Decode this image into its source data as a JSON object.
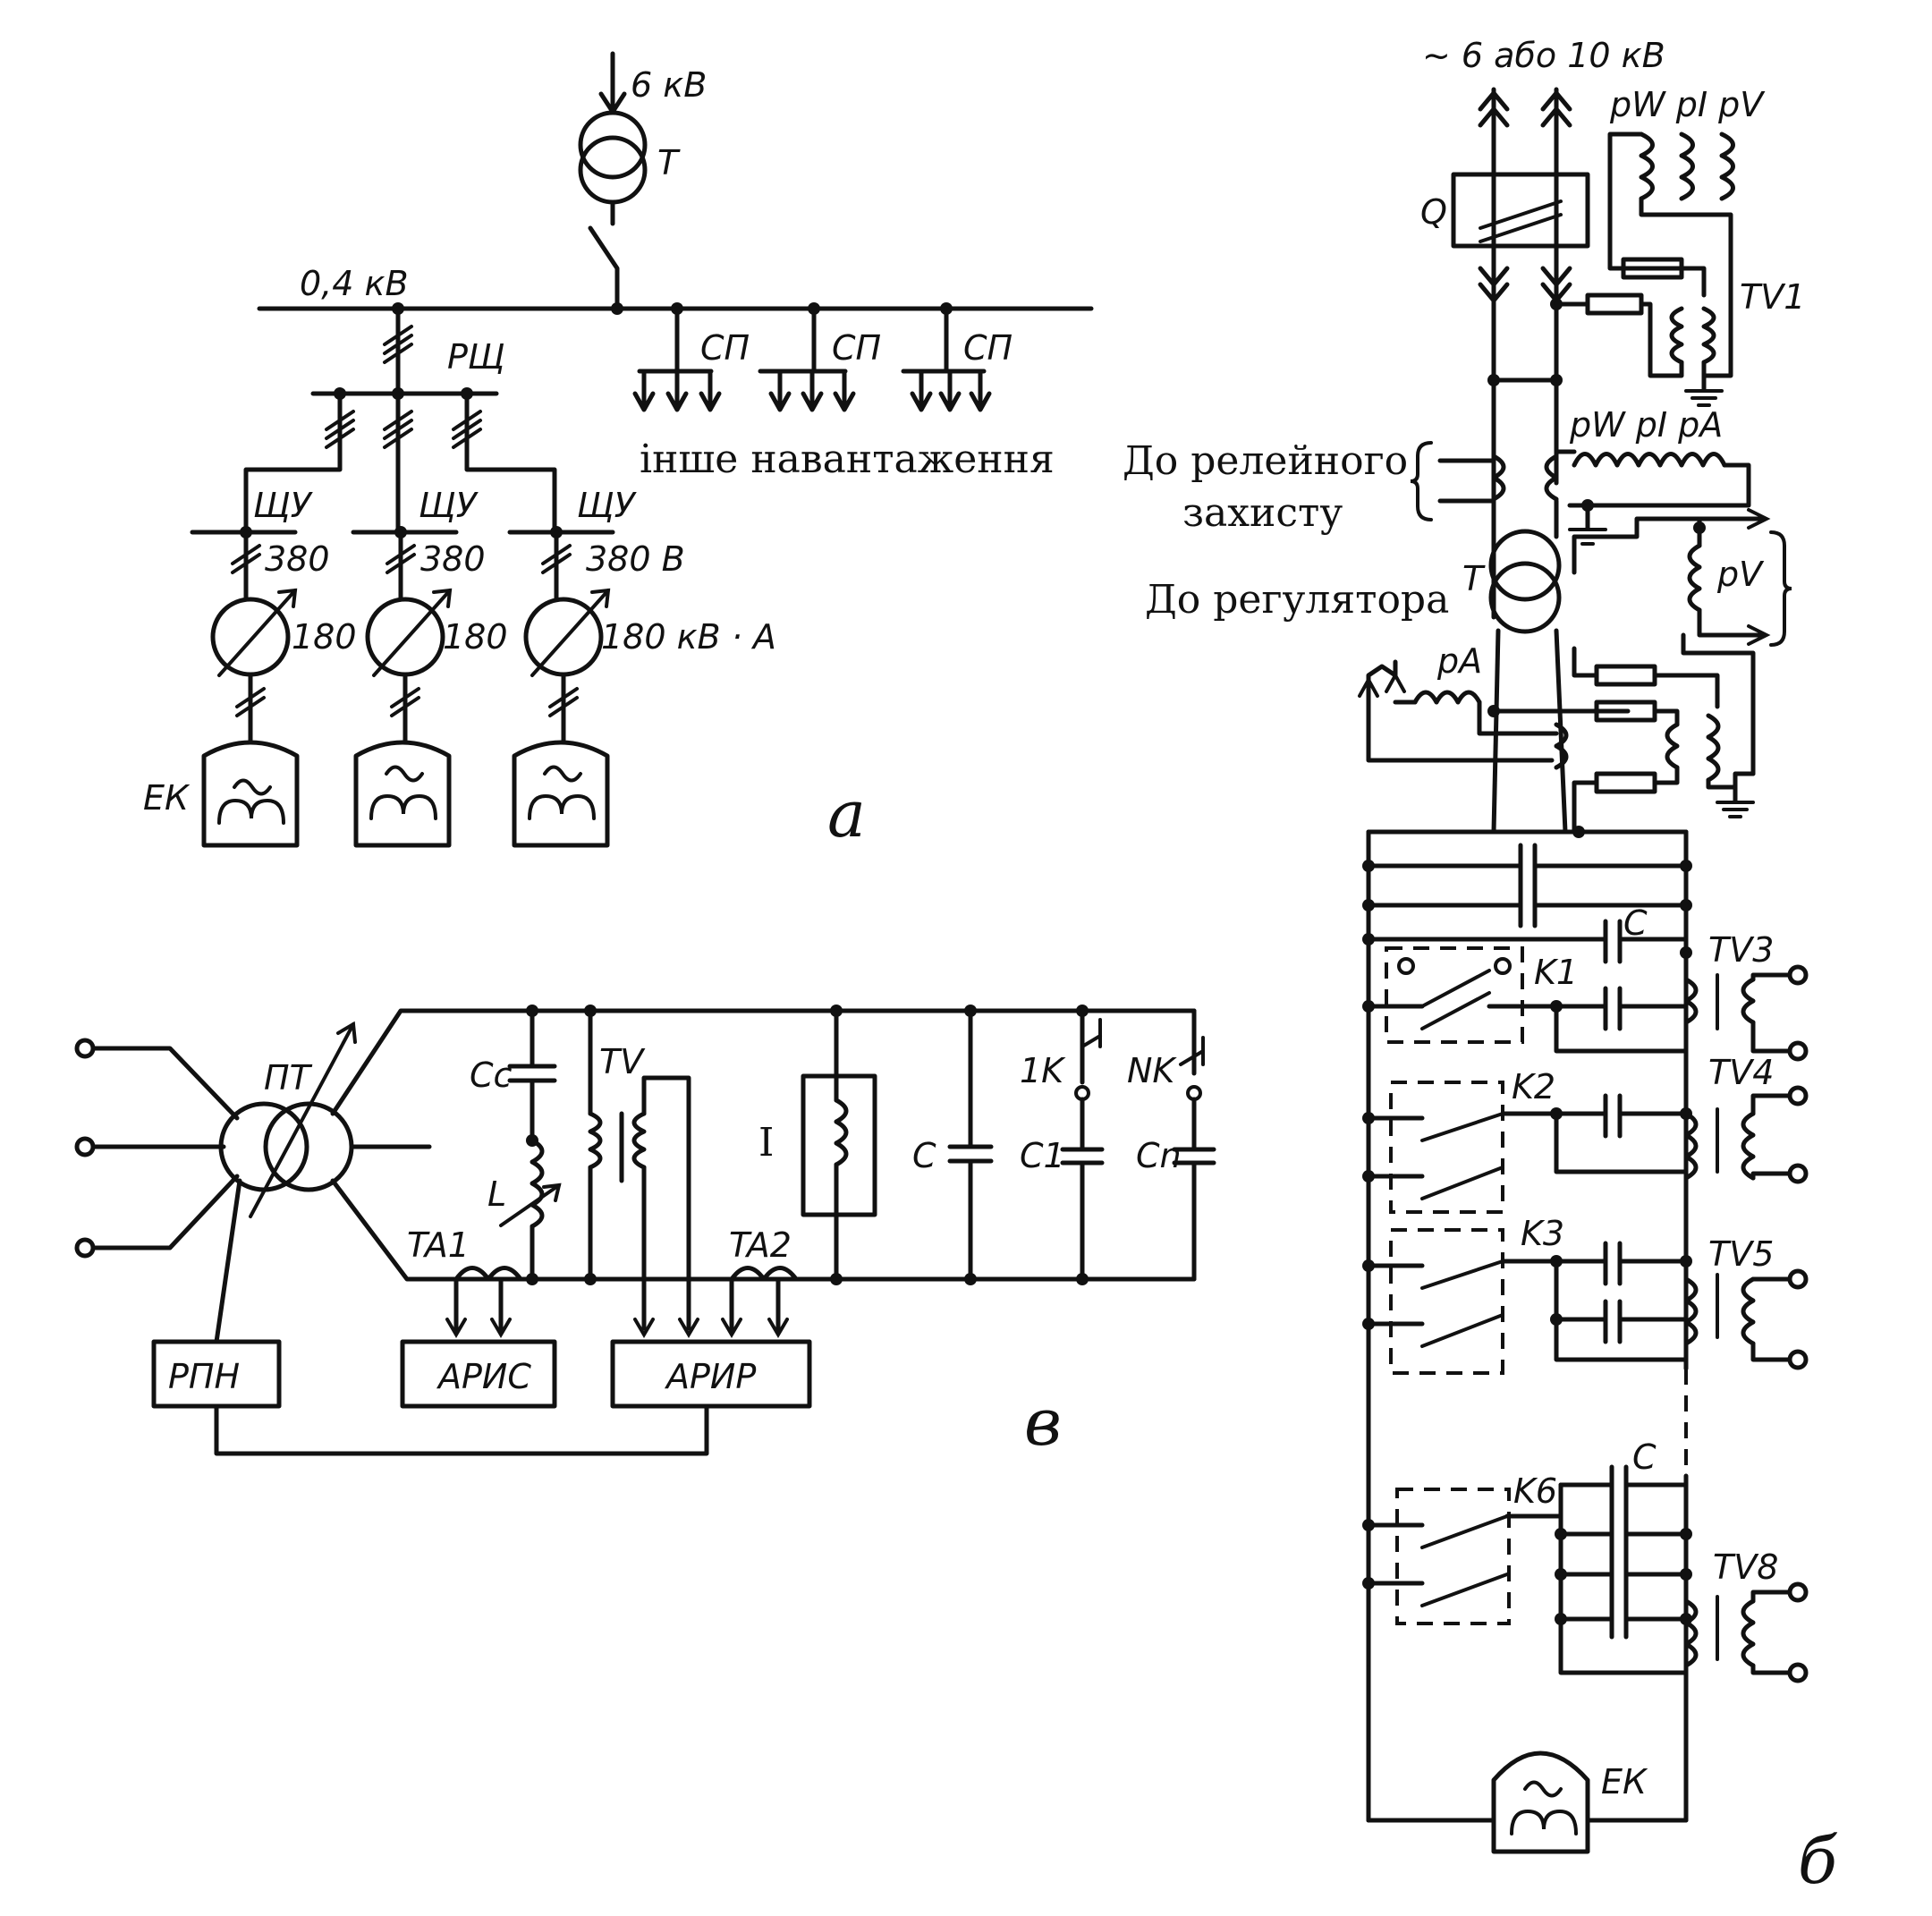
{
  "scheme_a": {
    "supply": "6 кВ",
    "transformer": "T",
    "bus_voltage": "0,4 кВ",
    "distribution_board": "РЩ",
    "control_board": "ЩУ",
    "voltage_380": "380",
    "voltage_380v": "380 В",
    "power_180": "180",
    "power_180kva": "180 кВ · А",
    "furnace": "ЕК",
    "power_point": "СП",
    "other_load": "інше навантаження",
    "caption": "а"
  },
  "scheme_b": {
    "supply": "~ 6 або 10 кВ",
    "breaker": "Q",
    "meters_top": "pW pI pV",
    "tv1": "TV1",
    "meters_mid": "pW pI pA",
    "relay_label_line1": "До релейного",
    "relay_label_line2": "захисту",
    "regulator_label": "До регулятора",
    "transformer": "T",
    "pv": "pV",
    "pa": "pA",
    "capacitor": "C",
    "k1": "K1",
    "k2": "K2",
    "k3": "K3",
    "k6": "K6",
    "tv3": "TV3",
    "tv4": "TV4",
    "tv5": "TV5",
    "tv8": "TV8",
    "furnace": "ЕК",
    "caption": "б"
  },
  "scheme_v": {
    "transformer": "ПТ",
    "cc": "Cc",
    "tv": "TV",
    "inductor": "I",
    "c": "C",
    "l": "L",
    "k1": "1K",
    "kn": "NK",
    "c1": "C1",
    "cn": "Cn",
    "ta1": "TA1",
    "ta2": "TA2",
    "rpn": "РПН",
    "aris": "АРИС",
    "arir": "АРИР",
    "caption": "в"
  }
}
